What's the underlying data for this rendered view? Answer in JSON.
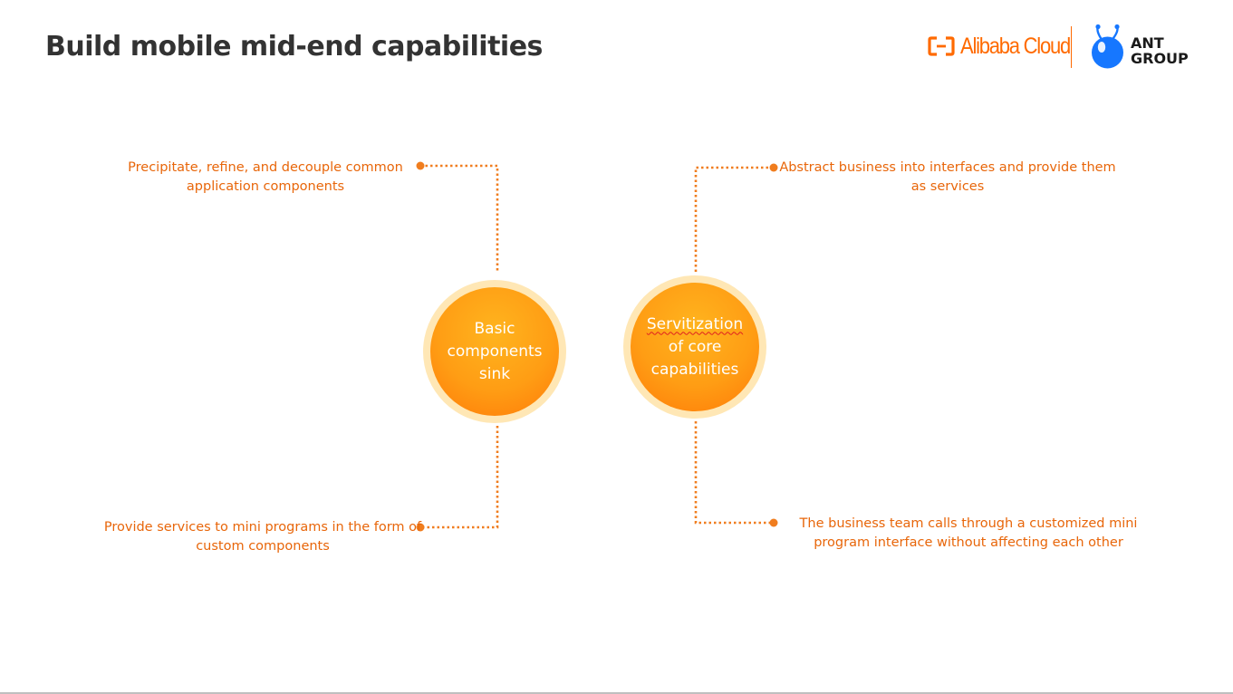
{
  "slide": {
    "title": "Build mobile mid-end capabilities"
  },
  "logos": {
    "alibaba": "Alibaba Cloud",
    "ant_line1": "ANT",
    "ant_line2": "GROUP"
  },
  "diagram": {
    "nodes": [
      {
        "id": "left",
        "label_lines": [
          "Basic",
          "components",
          "sink"
        ]
      },
      {
        "id": "right",
        "label_lines": [
          "Servitization",
          "of core",
          "capabilities"
        ]
      }
    ],
    "callouts": {
      "top_left": "Precipitate, refine, and decouple common application components",
      "bottom_left": "Provide services to mini programs in the form of custom components",
      "top_right": "Abstract business into interfaces and provide them as services",
      "bottom_right": "The business team calls through a customized mini program interface without affecting each other"
    }
  },
  "colors": {
    "accent": "#ff6a00",
    "callout_text": "#e8660a",
    "node_ring": "#ffe7b5",
    "node_fill": "#ff9d14",
    "connector": "#f07d1e"
  }
}
